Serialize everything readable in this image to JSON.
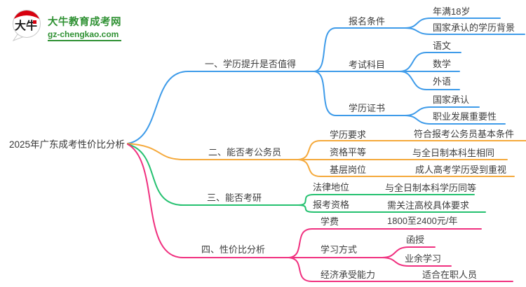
{
  "logo": {
    "icon_text": "大牛",
    "site_name": "大牛教育成考网",
    "site_url": "gz-chengkao.com"
  },
  "colors": {
    "branch1": "#3E9BE9",
    "branch2": "#F5A93B",
    "branch3": "#25C170",
    "branch4": "#F0307F",
    "text": "#3D3D3D",
    "logo_green": "#2F9133",
    "logo_red": "#D7000F"
  },
  "root": {
    "label": "2025年广东成考性价比分析"
  },
  "branches": [
    {
      "label": "一、学历提升是否值得",
      "color": "#3E9BE9",
      "children": [
        {
          "label": "报名条件",
          "children": [
            {
              "label": "年满18岁"
            },
            {
              "label": "国家承认的学历背景"
            }
          ]
        },
        {
          "label": "考试科目",
          "children": [
            {
              "label": "语文"
            },
            {
              "label": "数学"
            },
            {
              "label": "外语"
            }
          ]
        },
        {
          "label": "学历证书",
          "children": [
            {
              "label": "国家承认"
            },
            {
              "label": "职业发展重要性"
            }
          ]
        }
      ]
    },
    {
      "label": "二、能否考公务员",
      "color": "#F5A93B",
      "children": [
        {
          "label": "学历要求",
          "children": [
            {
              "label": "符合报考公务员基本条件"
            }
          ]
        },
        {
          "label": "资格平等",
          "children": [
            {
              "label": "与全日制本科生相同"
            }
          ]
        },
        {
          "label": "基层岗位",
          "children": [
            {
              "label": "成人高考学历受到重视"
            }
          ]
        }
      ]
    },
    {
      "label": "三、能否考研",
      "color": "#25C170",
      "children": [
        {
          "label": "法律地位",
          "children": [
            {
              "label": "与全日制本科学历同等"
            }
          ]
        },
        {
          "label": "报考资格",
          "children": [
            {
              "label": "需关注高校具体要求"
            }
          ]
        }
      ]
    },
    {
      "label": "四、性价比分析",
      "color": "#F0307F",
      "children": [
        {
          "label": "学费",
          "children": [
            {
              "label": "1800至2400元/年"
            }
          ]
        },
        {
          "label": "学习方式",
          "children": [
            {
              "label": "函授"
            },
            {
              "label": "业余学习"
            }
          ]
        },
        {
          "label": "经济承受能力",
          "children": [
            {
              "label": "适合在职人员"
            }
          ]
        }
      ]
    }
  ]
}
